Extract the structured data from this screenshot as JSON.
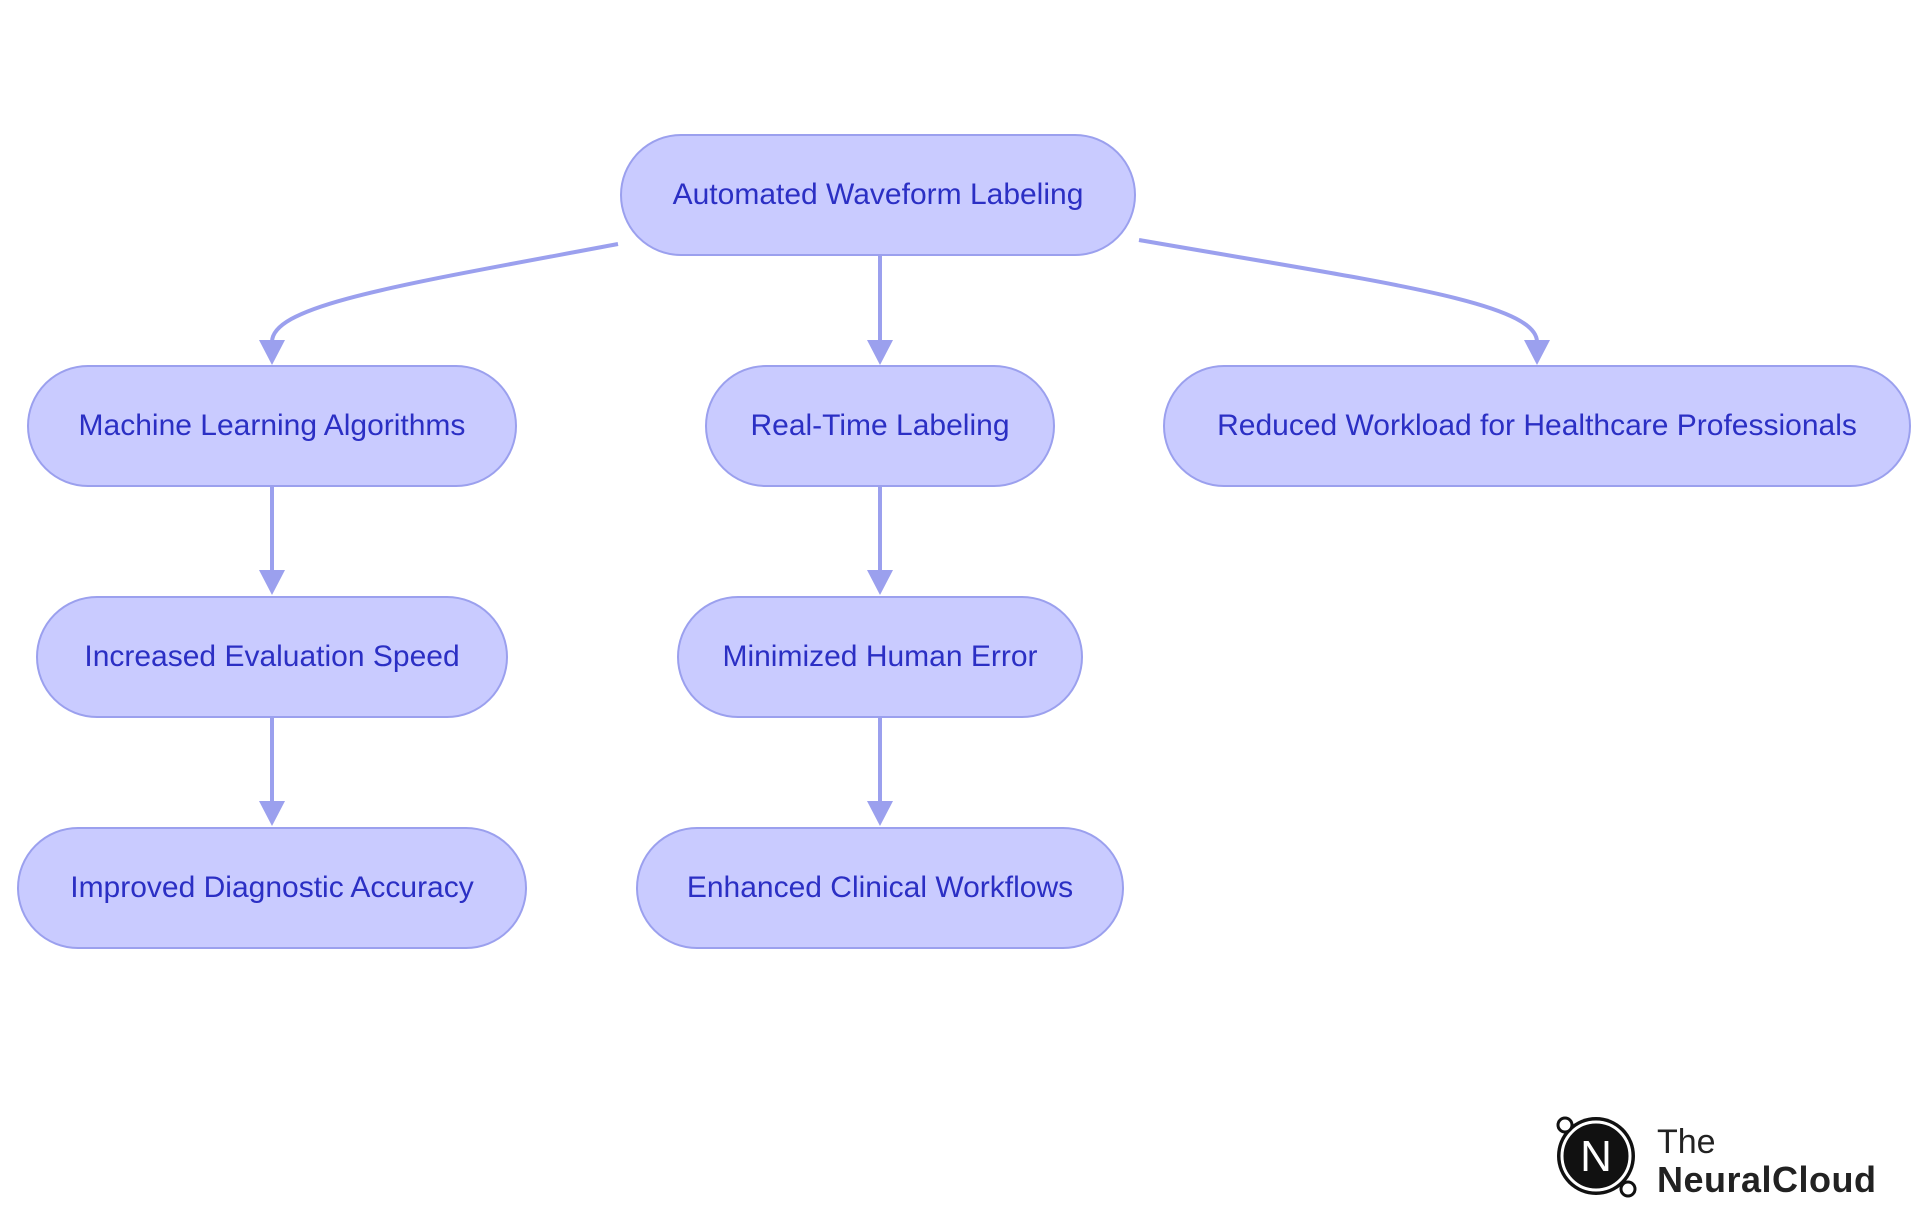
{
  "diagram": {
    "nodes": [
      {
        "id": "root",
        "label": "Automated Waveform Labeling"
      },
      {
        "id": "ml",
        "label": "Machine Learning Algorithms"
      },
      {
        "id": "rt",
        "label": "Real-Time Labeling"
      },
      {
        "id": "rw",
        "label": "Reduced Workload for Healthcare Professionals"
      },
      {
        "id": "ies",
        "label": "Increased Evaluation Speed"
      },
      {
        "id": "mhe",
        "label": "Minimized Human Error"
      },
      {
        "id": "ida",
        "label": "Improved Diagnostic Accuracy"
      },
      {
        "id": "ecw",
        "label": "Enhanced Clinical Workflows"
      }
    ],
    "edges": [
      {
        "from": "root",
        "to": "ml"
      },
      {
        "from": "root",
        "to": "rt"
      },
      {
        "from": "root",
        "to": "rw"
      },
      {
        "from": "ml",
        "to": "ies"
      },
      {
        "from": "ies",
        "to": "ida"
      },
      {
        "from": "rt",
        "to": "mhe"
      },
      {
        "from": "mhe",
        "to": "ecw"
      }
    ]
  },
  "logo": {
    "line1": "The",
    "line2": "NeuralCloud",
    "monogram": "N"
  }
}
